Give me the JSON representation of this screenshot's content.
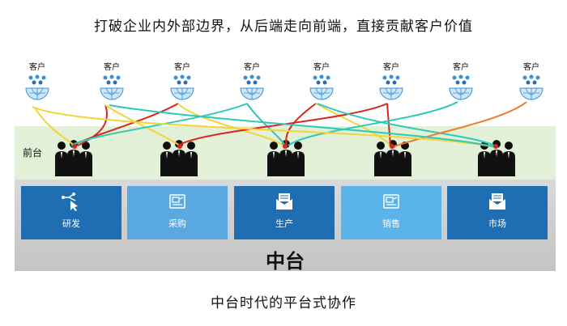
{
  "title": "打破企业内外部边界，从后端走向前端，直接贡献客户价值",
  "front_label": "前台",
  "middle_label": "中台",
  "bottom_title": "中台时代的平台式协作",
  "customers": [
    {
      "label": "客户"
    },
    {
      "label": "客户"
    },
    {
      "label": "客户"
    },
    {
      "label": "客户"
    },
    {
      "label": "客户"
    },
    {
      "label": "客户"
    },
    {
      "label": "客户"
    },
    {
      "label": "客户"
    }
  ],
  "departments": [
    {
      "label": "研发",
      "icon": "cursor-network-icon",
      "color": "#1f6eb3"
    },
    {
      "label": "采购",
      "icon": "document-icon",
      "color": "#5aa8e0"
    },
    {
      "label": "生产",
      "icon": "envelope-icon",
      "color": "#1f6eb3"
    },
    {
      "label": "销售",
      "icon": "document-icon",
      "color": "#5ab4ea"
    },
    {
      "label": "市场",
      "icon": "envelope-icon",
      "color": "#1f6eb3"
    }
  ],
  "colors": {
    "front_band": "#e3f0d8",
    "connection_red": "#d9251c",
    "connection_teal": "#2bc9b7",
    "connection_yellow": "#f2d43a",
    "connection_orange": "#f07a2a"
  }
}
